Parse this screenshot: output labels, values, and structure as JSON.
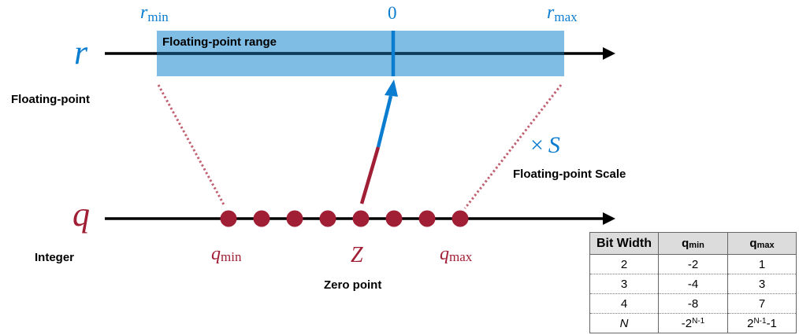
{
  "colors": {
    "float_blue": "#0b7dd0",
    "range_fill": "#7fbde4",
    "int_red": "#a01f35",
    "dotted_red": "#c06070",
    "axis_black": "#000000"
  },
  "float_axis": {
    "symbol": "r",
    "label": "Floating-point",
    "range_label": "Floating-point range",
    "rmin_base": "r",
    "rmin_sub": "min",
    "zero_label": "0",
    "rmax_base": "r",
    "rmax_sub": "max"
  },
  "int_axis": {
    "symbol": "q",
    "label": "Integer",
    "qmin_base": "q",
    "qmin_sub": "min",
    "zero_symbol": "Z",
    "zero_label": "Zero point",
    "qmax_base": "q",
    "qmax_sub": "max",
    "dot_count": 8,
    "zero_point_index": 4
  },
  "scale": {
    "symbol": "× S",
    "times": "×",
    "s": "S",
    "label": "Floating-point Scale"
  },
  "table": {
    "headers": {
      "bit_width": "Bit Width",
      "qmin_base": "q",
      "qmin_sub": "min",
      "qmax_base": "q",
      "qmax_sub": "max"
    },
    "rows": [
      {
        "bits": "2",
        "qmin": "-2",
        "qmax": "1"
      },
      {
        "bits": "3",
        "qmin": "-4",
        "qmax": "3"
      },
      {
        "bits": "4",
        "qmin": "-8",
        "qmax": "7"
      }
    ],
    "general_row": {
      "bits": "N",
      "qmin_prefix": "-2",
      "qmin_exp": "N-1",
      "qmax_prefix": "2",
      "qmax_exp": "N-1",
      "qmax_suffix": "-1"
    }
  }
}
